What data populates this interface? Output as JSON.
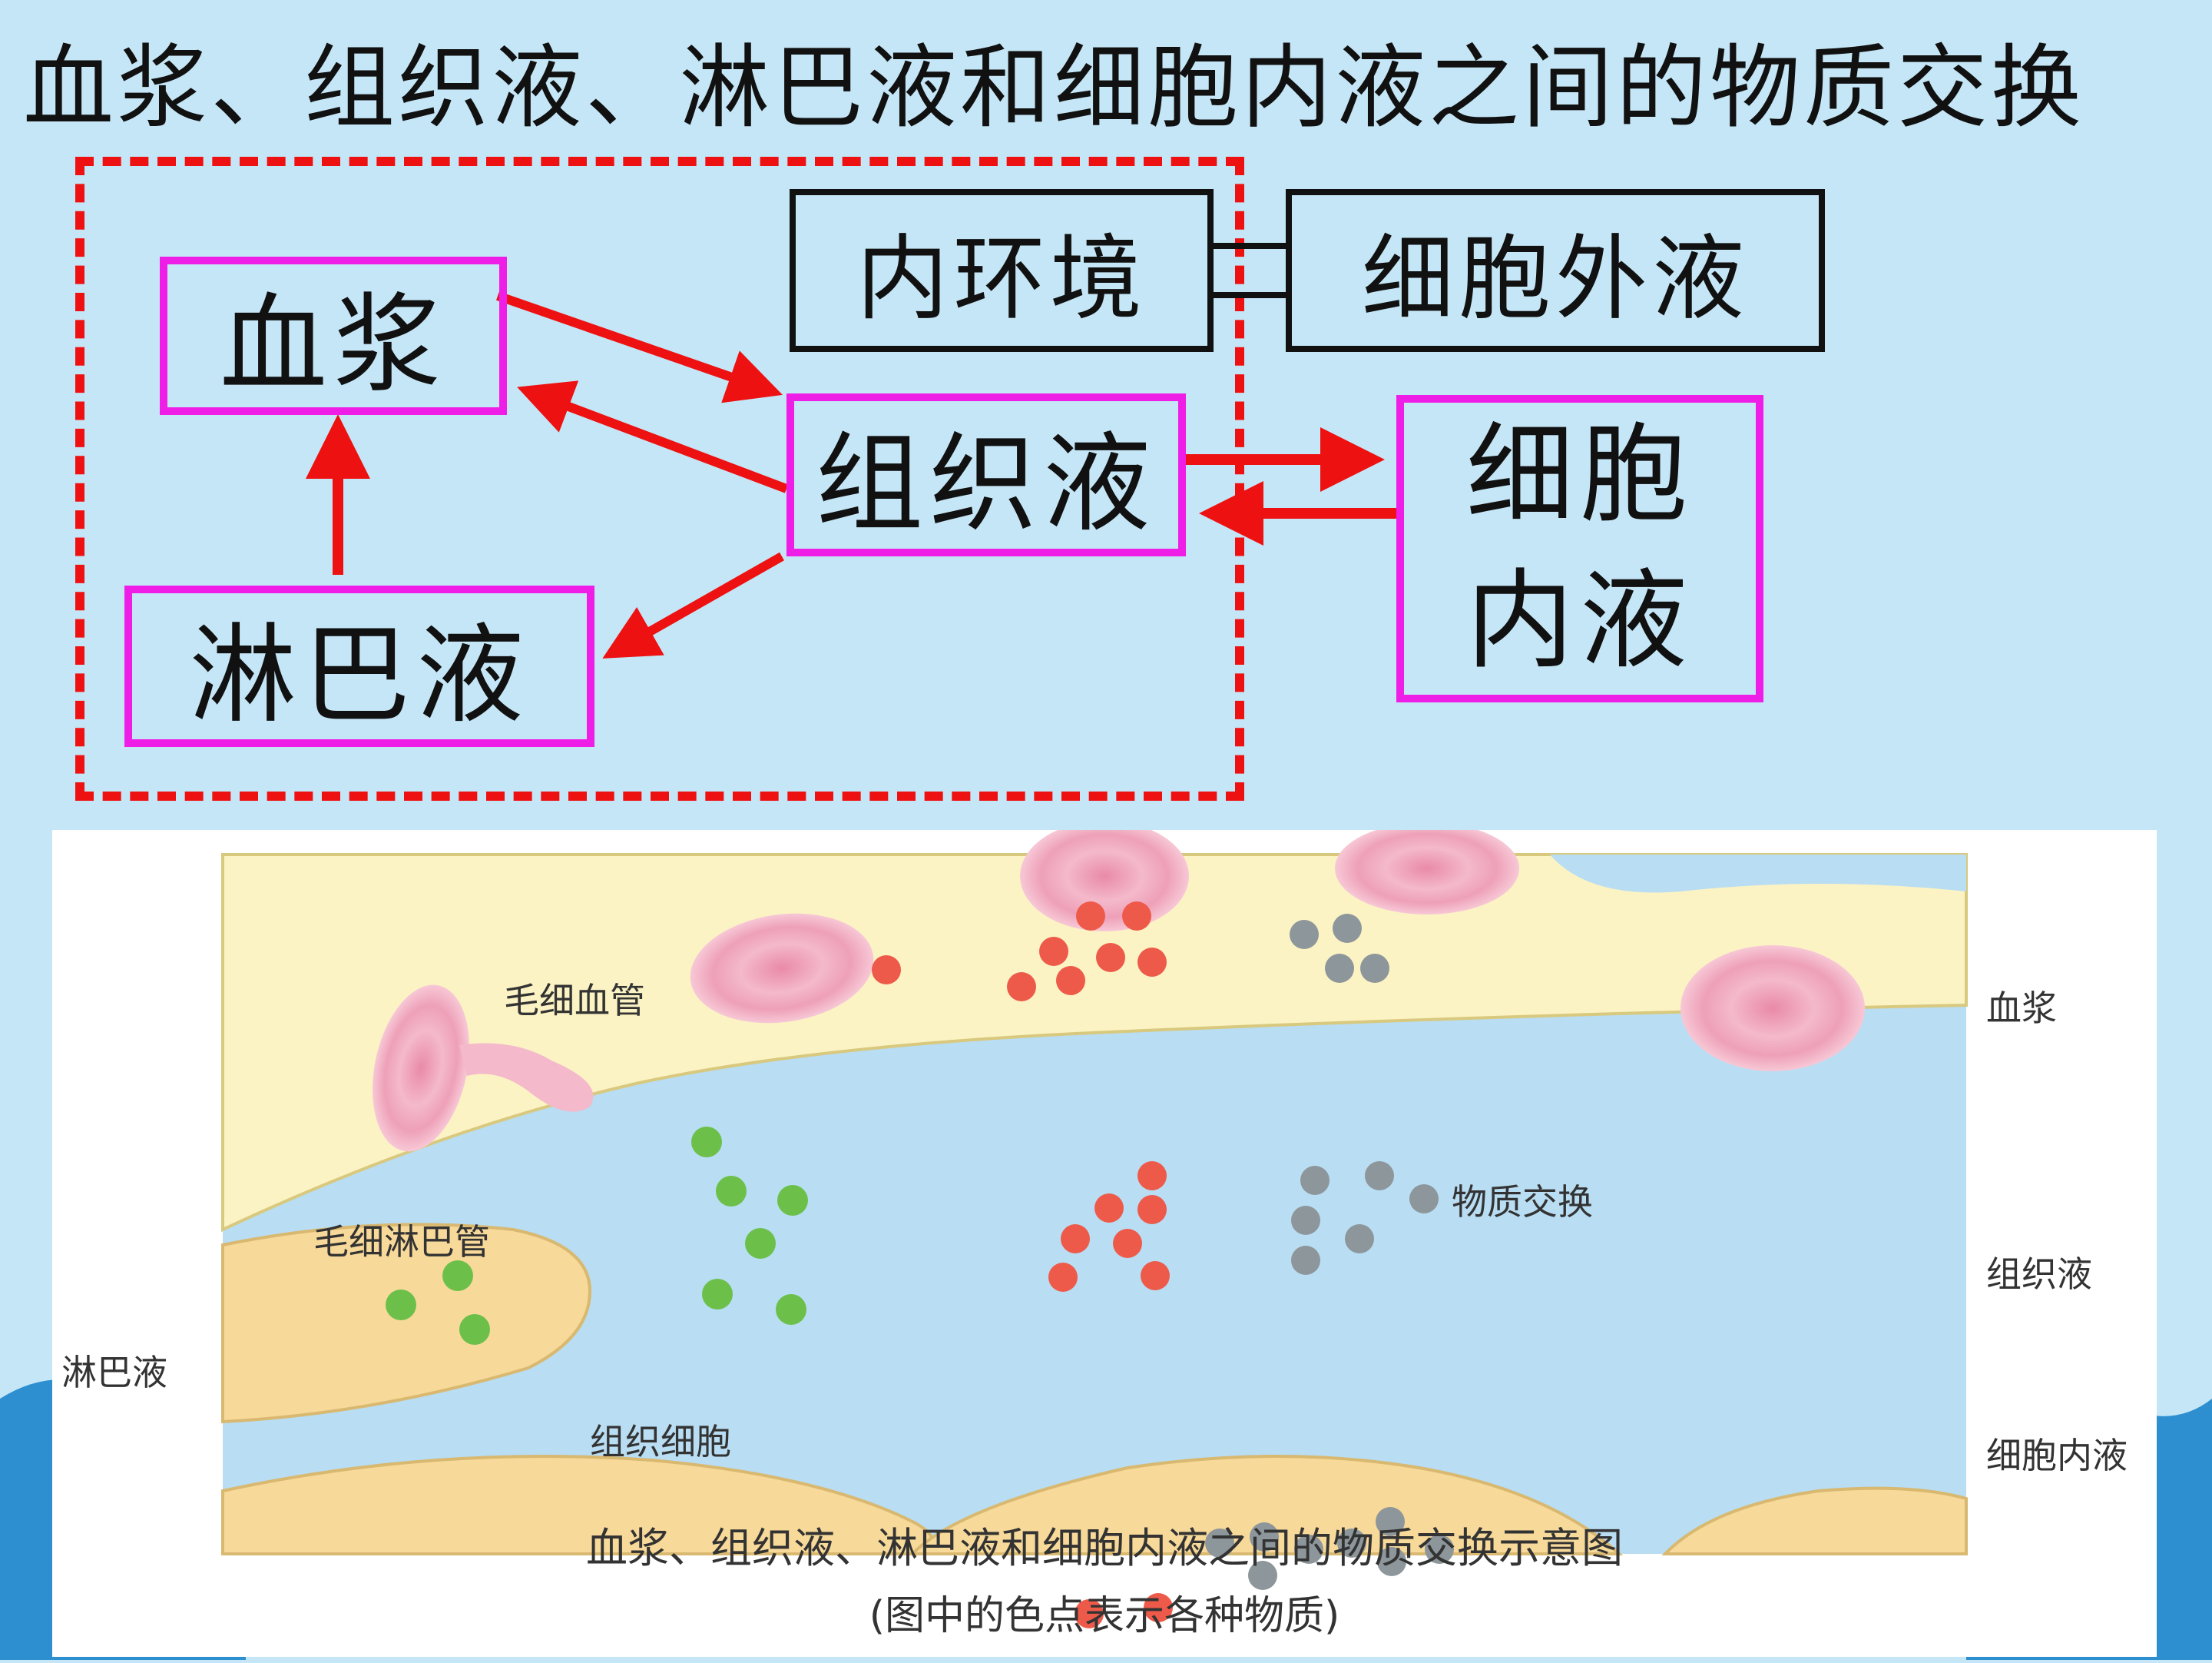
{
  "title": "血浆、组织液、淋巴液和细胞内液之间的物质交换",
  "diagram": {
    "plasma": "血浆",
    "tissue_fluid": "组织液",
    "lymph": "淋巴液",
    "intracellular_line1": "细胞",
    "intracellular_line2": "内液",
    "internal_environment": "内环境",
    "extracellular_fluid": "细胞外液"
  },
  "illustration": {
    "labels": {
      "capillary": "毛细血管",
      "lymph_capillary": "毛细淋巴管",
      "lymph": "淋巴液",
      "tissue_cell": "组织细胞",
      "exchange": "物质交换",
      "plasma": "血浆",
      "tissue_fluid": "组织液",
      "intracellular": "细胞内液"
    },
    "caption": "血浆、组织液、淋巴液和细胞内液之间的物质交换示意图",
    "sub_caption": "(图中的色点表示各种物质)"
  },
  "colors": {
    "background": "#c5e6f6",
    "arrow": "#ee1111",
    "box_border": "#ee1ee6",
    "dot_red": "#ee5a4a",
    "dot_gray": "#8d969a",
    "dot_green": "#6cc04a",
    "purple_arrow": "#8a5a9e"
  }
}
